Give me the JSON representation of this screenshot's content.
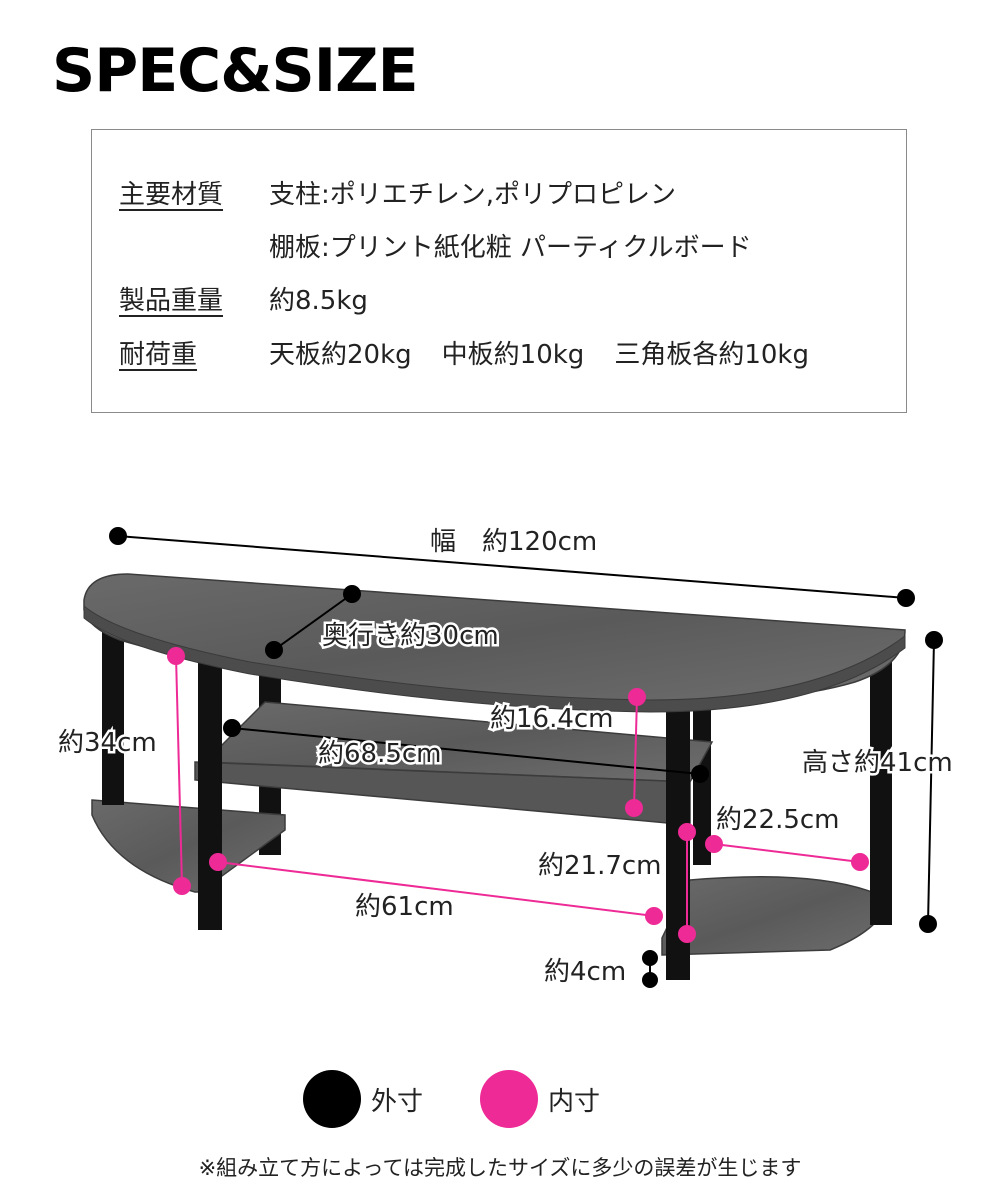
{
  "title": "SPEC&SIZE",
  "spec": {
    "material_label": "主要材質",
    "material_line1": "支柱:ポリエチレン,ポリプロピレン",
    "material_line2": "棚板:プリント紙化粧 パーティクルボード",
    "weight_label": "製品重量",
    "weight_value": "約8.5kg",
    "load_label": "耐荷重",
    "load_top": "天板約20kg",
    "load_middle": "中板約10kg",
    "load_side": "三角板各約10kg"
  },
  "dimensions": {
    "width": "幅　約120cm",
    "depth": "奥行き約30cm",
    "height": "高さ約41cm",
    "left_inner_height": "約34cm",
    "middle_shelf_width": "約68.5cm",
    "middle_gap": "約16.4cm",
    "right_side_width": "約22.5cm",
    "right_inner_height": "約21.7cm",
    "bottom_inner_width": "約61cm",
    "leg_height": "約4cm"
  },
  "legend": {
    "outer_label": "外寸",
    "inner_label": "内寸",
    "outer_color": "#000000",
    "inner_color": "#ee2a96"
  },
  "note": "※組み立て方によっては完成したサイズに多少の誤差が生じます"
}
